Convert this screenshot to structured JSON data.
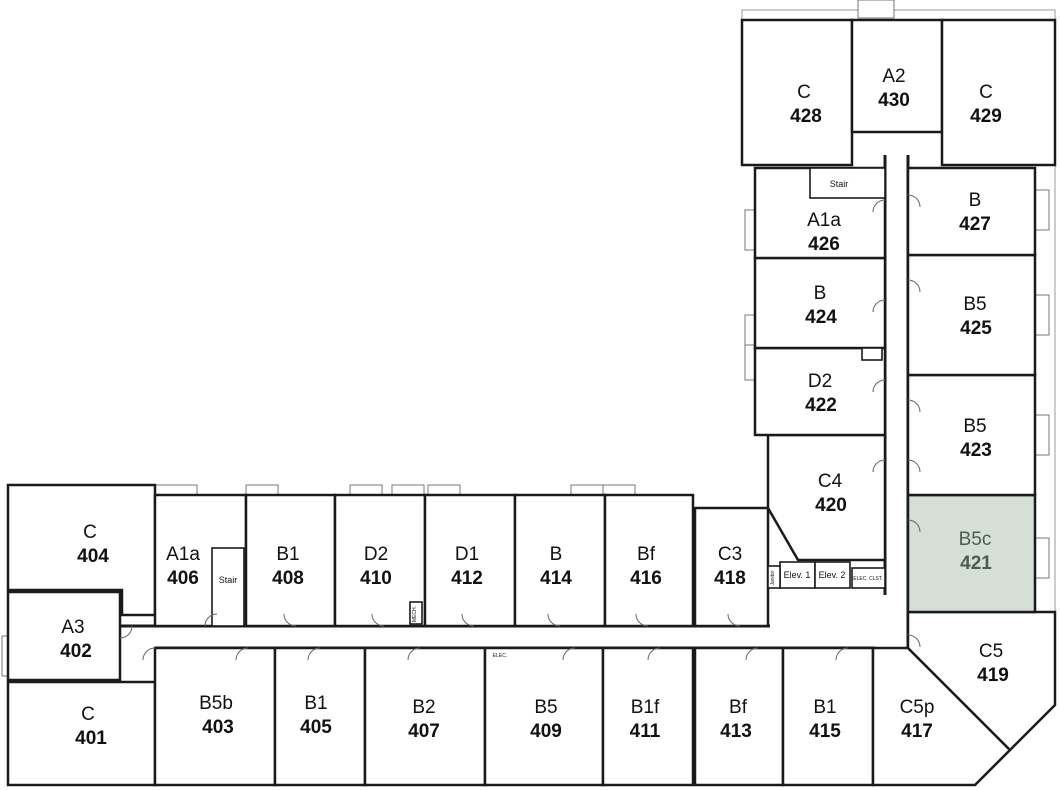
{
  "rooms": {
    "r401": {
      "type": "C",
      "num": "401"
    },
    "r402": {
      "type": "A3",
      "num": "402"
    },
    "r403": {
      "type": "B5b",
      "num": "403"
    },
    "r404": {
      "type": "C",
      "num": "404"
    },
    "r405": {
      "type": "B1",
      "num": "405"
    },
    "r406": {
      "type": "A1a",
      "num": "406"
    },
    "r407": {
      "type": "B2",
      "num": "407"
    },
    "r408": {
      "type": "B1",
      "num": "408"
    },
    "r409": {
      "type": "B5",
      "num": "409"
    },
    "r410": {
      "type": "D2",
      "num": "410"
    },
    "r411": {
      "type": "B1f",
      "num": "411"
    },
    "r412": {
      "type": "D1",
      "num": "412"
    },
    "r413": {
      "type": "Bf",
      "num": "413"
    },
    "r414": {
      "type": "B",
      "num": "414"
    },
    "r415": {
      "type": "B1",
      "num": "415"
    },
    "r416": {
      "type": "Bf",
      "num": "416"
    },
    "r417": {
      "type": "C5p",
      "num": "417"
    },
    "r418": {
      "type": "C3",
      "num": "418"
    },
    "r419": {
      "type": "C5",
      "num": "419"
    },
    "r420": {
      "type": "C4",
      "num": "420"
    },
    "r421": {
      "type": "B5c",
      "num": "421"
    },
    "r422": {
      "type": "D2",
      "num": "422"
    },
    "r423": {
      "type": "B5",
      "num": "423"
    },
    "r424": {
      "type": "B",
      "num": "424"
    },
    "r425": {
      "type": "B5",
      "num": "425"
    },
    "r426": {
      "type": "A1a",
      "num": "426"
    },
    "r427": {
      "type": "B",
      "num": "427"
    },
    "r428": {
      "type": "C",
      "num": "428"
    },
    "r429": {
      "type": "C",
      "num": "429"
    },
    "r430": {
      "type": "A2",
      "num": "430"
    }
  },
  "service": {
    "stair_top": "Stair",
    "stair_left": "Stair",
    "elev1": "Elev. 1",
    "elev2": "Elev. 2",
    "elec_clst": "ELEC. CLST.",
    "elec": "ELEC.",
    "mech": "MECH.",
    "janitor": "Janitor"
  },
  "highlighted_room": "421",
  "colors": {
    "highlight_fill": "#d5dfd6",
    "wall": "#1a1a1a"
  }
}
